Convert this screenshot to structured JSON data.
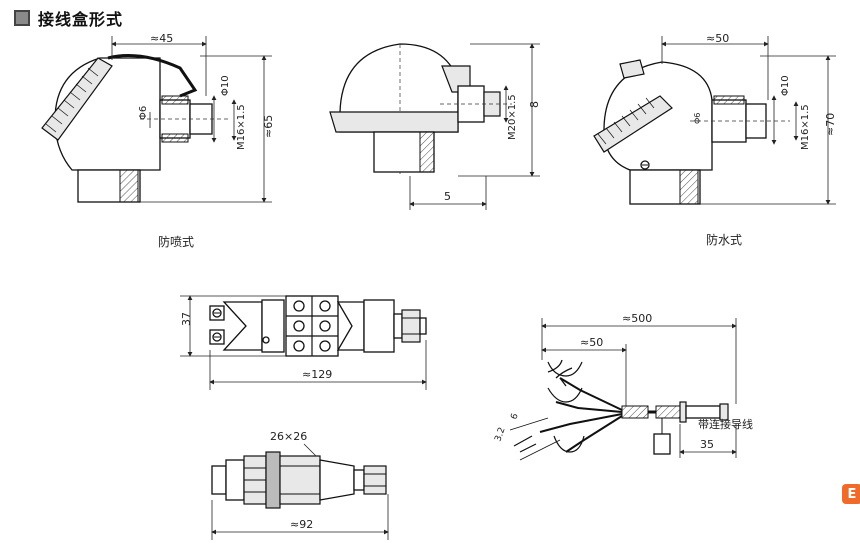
{
  "header": {
    "title": "接线盒形式"
  },
  "views": {
    "spray": {
      "caption": "防喷式",
      "dims": {
        "width": "≈45",
        "inner_dia": "Φ6",
        "outer_dia": "Φ10",
        "thread": "M16×1.5",
        "height": "≈65"
      }
    },
    "plain": {
      "dims": {
        "thread": "M20×1.5",
        "height": "8",
        "length": "5"
      }
    },
    "waterproof": {
      "caption": "防水式",
      "dims": {
        "width": "≈50",
        "inner_dia": "Φ6",
        "outer_dia": "Φ10",
        "thread": "M16×1.5",
        "height": "≈70"
      }
    },
    "terminal_block": {
      "dims": {
        "height": "37",
        "length": "≈129"
      }
    },
    "plug": {
      "dims": {
        "hex": "26×26",
        "length": "≈92"
      }
    },
    "lead_wire": {
      "label": "带连接导线",
      "dims": {
        "total": "≈500",
        "fork": "≈50",
        "end": "35",
        "a": "3.2",
        "b": "6"
      }
    }
  },
  "colors": {
    "accent_logo": "#f06a2a"
  }
}
